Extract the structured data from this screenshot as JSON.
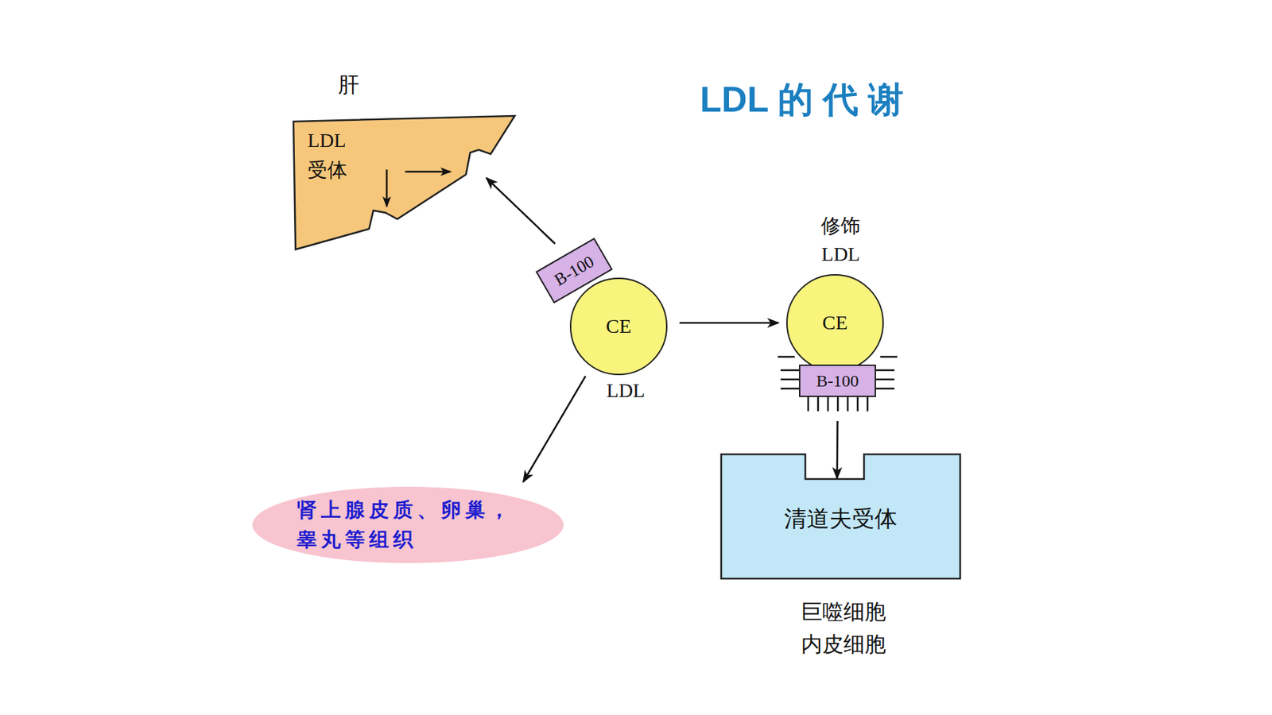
{
  "diagram": {
    "title": "LDL 的 代 谢",
    "nodes": [
      {
        "text": [
          "肝",
          "LDL 受体"
        ]
      },
      {
        "text": [
          "B-100"
        ]
      },
      {
        "text": [
          "CE",
          "LDL"
        ]
      },
      {
        "text": [
          "修饰 LDL",
          "CE"
        ]
      },
      {
        "text": [
          "B-100"
        ]
      },
      {
        "text": [
          "肾上腺皮质、卵巢， 睾丸等组织"
        ]
      },
      {
        "text": [
          "清道夫受体",
          "巨噬细胞 内皮细胞"
        ]
      }
    ],
    "edges": [
      {
        "from": 2,
        "to": 0,
        "arrow": "to"
      },
      {
        "from": 2,
        "to": 3,
        "arrow": "to"
      },
      {
        "from": 2,
        "to": 5,
        "arrow": "to"
      },
      {
        "from": 4,
        "to": 6,
        "arrow": "to"
      }
    ]
  }
}
